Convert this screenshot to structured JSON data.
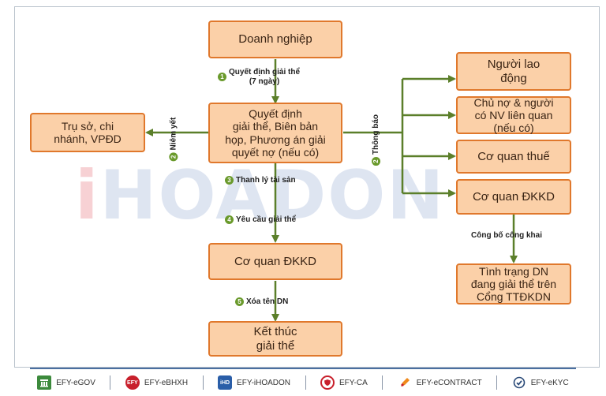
{
  "watermark": {
    "i": "i",
    "rest": "HOADON"
  },
  "boxes": {
    "doanh_nghiep": "Doanh nghiệp",
    "quyet_dinh": "Quyết định\ngiải thể, Biên bản\nhọp, Phương án giải\nquyết nợ (nếu có)",
    "tru_so": "Trụ sở, chi\nnhánh, VPĐD",
    "nguoi_lao_dong": "Người lao\nđộng",
    "chu_no": "Chủ nợ & người\ncó NV liên quan\n(nếu có)",
    "co_quan_thue": "Cơ quan thuế",
    "co_quan_dkkd_right": "Cơ quan ĐKKD",
    "tinh_trang": "Tình trạng DN\nđang giải thể trên\nCổng TTĐKDN",
    "co_quan_dkkd": "Cơ quan ĐKKD",
    "ket_thuc": "Kết thúc\ngiải thể"
  },
  "steps": {
    "s1_num": "1",
    "s1_text": "Quyết định giải thể\n(7 ngày)",
    "s2a_num": "2",
    "s2a_text": "Niêm yết",
    "s2b_num": "2",
    "s2b_text": "Thông báo",
    "s3_num": "3",
    "s3_text": "Thanh lý tài sản",
    "s4_num": "4",
    "s4_text": "Yêu cầu giải thể",
    "s5_num": "5",
    "s5_text": "Xóa tên DN",
    "public": "Công bố công khai"
  },
  "footer": [
    {
      "name": "EFY-eGOV",
      "icon": "building-icon",
      "color": "#3c8a3c"
    },
    {
      "name": "EFY-eBHXH",
      "icon": "efy-logo-icon",
      "color": "#c8202c"
    },
    {
      "name": "EFY-iHOADON",
      "icon": "ihd-logo-icon",
      "color": "#2a5ea8"
    },
    {
      "name": "EFY-CA",
      "icon": "shield-icon",
      "color": "#c8202c"
    },
    {
      "name": "EFY-eCONTRACT",
      "icon": "pen-icon",
      "color": "#f08a1c"
    },
    {
      "name": "EFY-eKYC",
      "icon": "check-badge-icon",
      "color": "#2a4a78"
    }
  ]
}
